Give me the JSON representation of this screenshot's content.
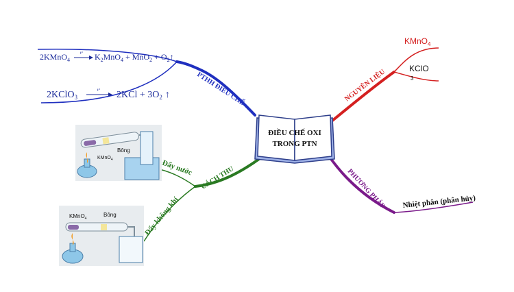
{
  "center": {
    "line1": "ĐIỀU CHẾ OXI",
    "line2": "TRONG PTN"
  },
  "branches": {
    "pthh": {
      "label": "PTHH ĐIỀU CHẾ",
      "color": "#1f2fbf",
      "eq1": {
        "lhs": "2KMnO",
        "lhs_sub": "4",
        "cond": "t°",
        "p1": "K",
        "p1_sub": "2",
        "p2": "MnO",
        "p2_sub": "4",
        "p3": " + MnO",
        "p3_sub": "2",
        "p4": " + O",
        "p4_sub": "2",
        "arrow_up": "↑"
      },
      "eq2": {
        "lhs": "2KClO",
        "lhs_sub": "3",
        "cond": "t°",
        "p1": "2KCl + 3O",
        "p1_sub": "2",
        "arrow_up": "↑"
      }
    },
    "nguyen_lieu": {
      "label": "NGUYÊN LIỆU",
      "color": "#d42020",
      "item1": "KMnO",
      "item1_sub": "4",
      "item2": "KClO",
      "item2_sub": "3"
    },
    "phuong_phap": {
      "label": "PHƯƠNG PHÁP",
      "color": "#7a1a8a",
      "item": "Nhiệt phân (phân hủy)"
    },
    "cach_thu": {
      "label": "CÁCH THU",
      "color": "#2a7a22",
      "item1": "Đẩy nước",
      "item2": "Đẩy không khí"
    }
  },
  "apparatus1": {
    "label_a": "Bông",
    "label_b": "KMnO",
    "label_b_sub": "4"
  },
  "apparatus2": {
    "label_a": "KMnO",
    "label_a_sub": "4",
    "label_b": "Bông"
  }
}
